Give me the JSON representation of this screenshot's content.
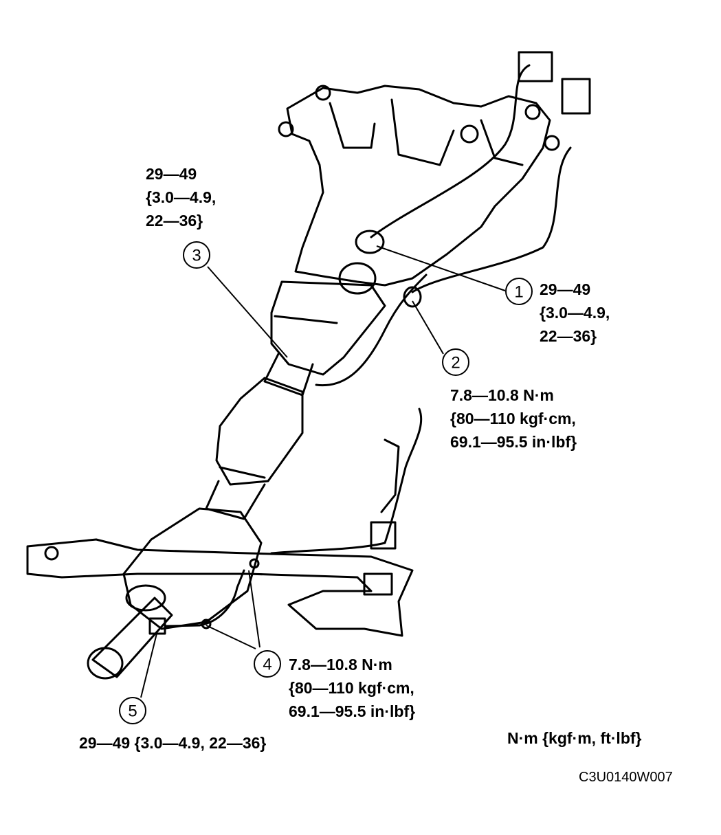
{
  "callouts": [
    {
      "number": "1",
      "torque": [
        "29—49",
        "{3.0—4.9,",
        "22—36}"
      ]
    },
    {
      "number": "2",
      "torque": [
        "7.8—10.8 N·m",
        "{80—110 kgf·cm,",
        "69.1—95.5 in·lbf}"
      ]
    },
    {
      "number": "3",
      "torque": [
        "29—49",
        "{3.0—4.9,",
        "22—36}"
      ]
    },
    {
      "number": "4",
      "torque": [
        "7.8—10.8 N·m",
        "{80—110 kgf·cm,",
        "69.1—95.5 in·lbf}"
      ]
    },
    {
      "number": "5",
      "torque": [
        "29—49 {3.0—4.9, 22—36}"
      ]
    }
  ],
  "units_legend": "N·m {kgf·m, ft·lbf}",
  "figure_code": "C3U0140W007"
}
